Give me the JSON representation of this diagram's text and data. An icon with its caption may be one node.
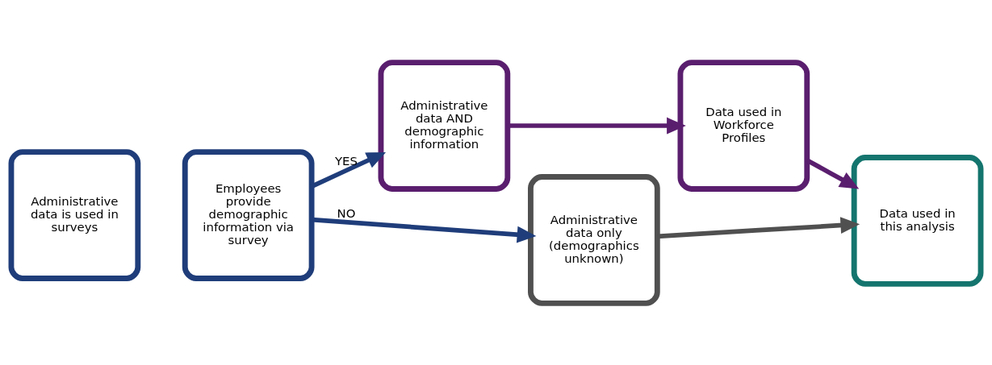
{
  "diagram": {
    "nodes": [
      {
        "text": [
          "Administrative data is used in surveys"
        ]
      },
      {
        "text": [
          "Employees provide demographic information via survey"
        ]
      },
      {
        "text": [
          "Administrative data AND demographic information"
        ]
      },
      {
        "text": [
          "Data used in Workforce Profiles"
        ]
      },
      {
        "text": [
          "Data used in this analysis"
        ]
      },
      {
        "text": [
          "Administrative data only (demographics unknown)"
        ]
      }
    ],
    "edges": [
      {
        "from": 1,
        "to": 2,
        "arrow": "to",
        "label": "YES"
      },
      {
        "from": 1,
        "to": 5,
        "arrow": "to",
        "label": "NO"
      },
      {
        "from": 2,
        "to": 3,
        "arrow": "to",
        "color": "#5a1e6e"
      },
      {
        "from": 3,
        "to": 4,
        "arrow": "to",
        "color": "#5a1e6e"
      },
      {
        "from": 5,
        "to": 4,
        "arrow": "to",
        "color": "#505050"
      }
    ]
  }
}
